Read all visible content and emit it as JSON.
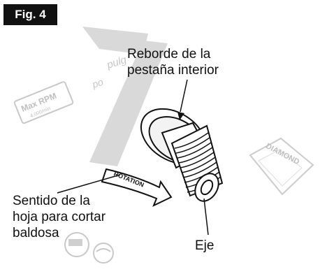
{
  "figure": {
    "label": "Fig. 4"
  },
  "callouts": {
    "inner_flange_rim": [
      "Reborde de la",
      "pestaña interior"
    ],
    "tile_blade_direction": [
      "Sentido de la",
      "hoja para cortar",
      "baldosa"
    ],
    "shaft": "Eje"
  },
  "watermarks": {
    "blade_size": "7",
    "unit_spanish": "pulg",
    "unit_fragment": "po",
    "max_rpm": "Max RPM",
    "rpm_value": "4,000/min",
    "diamond": "DIAMOND"
  },
  "rotation_arrow": {
    "text": "ROTATION"
  },
  "colors": {
    "ink": "#111111",
    "watermark": "#cccccc",
    "watermark_text": "#bfbfbf"
  }
}
